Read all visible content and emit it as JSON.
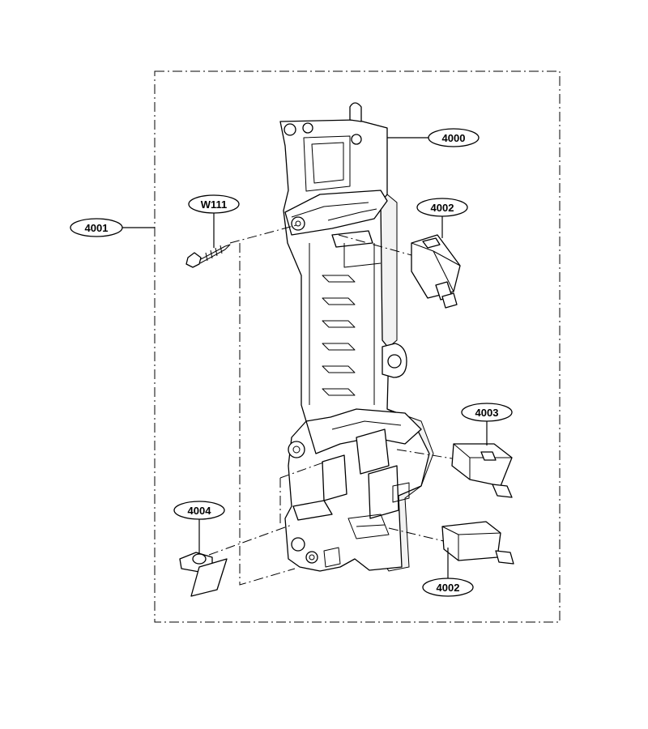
{
  "diagram": {
    "callouts": {
      "c4000": "4000",
      "c4001": "4001",
      "c4002a": "4002",
      "c4002b": "4002",
      "c4003": "4003",
      "c4004": "4004",
      "cW111": "W111"
    }
  }
}
